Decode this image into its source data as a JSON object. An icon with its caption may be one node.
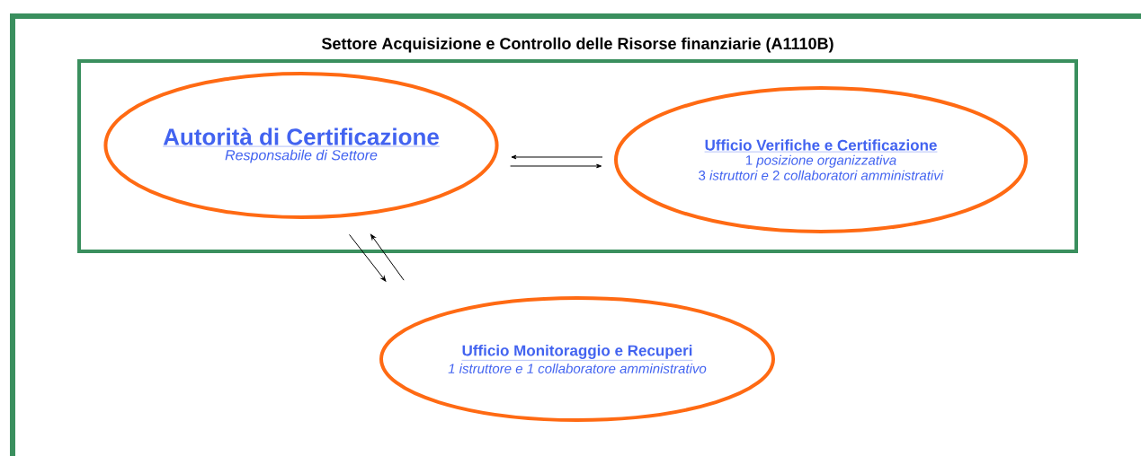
{
  "diagram": {
    "nodes": [
      {
        "text": [
          "Settore Acquisizione e Controllo delle Risorse finanziarie (A1110B)"
        ]
      },
      {
        "text": [
          "Autorità di Certificazione",
          "Responsabile di Settore"
        ],
        "in": 0
      },
      {
        "text": [
          "Ufficio Verifiche e Certificazione",
          "1 *posizione organizzativa*",
          "3 *istruttori e* 2 *collaboratori amministrativi*"
        ],
        "in": 0
      },
      {
        "text": [
          "Ufficio Monitoraggio e Recuperi",
          "1 istruttore e 1 collaboratore amministrativo"
        ]
      }
    ],
    "edges": [
      {
        "from": 2,
        "to": 1,
        "arrow": "to"
      },
      {
        "from": 1,
        "to": 2,
        "arrow": "to"
      },
      {
        "from": 1,
        "to": 3,
        "arrow": "to"
      },
      {
        "from": 3,
        "to": 1,
        "arrow": "to"
      }
    ]
  }
}
